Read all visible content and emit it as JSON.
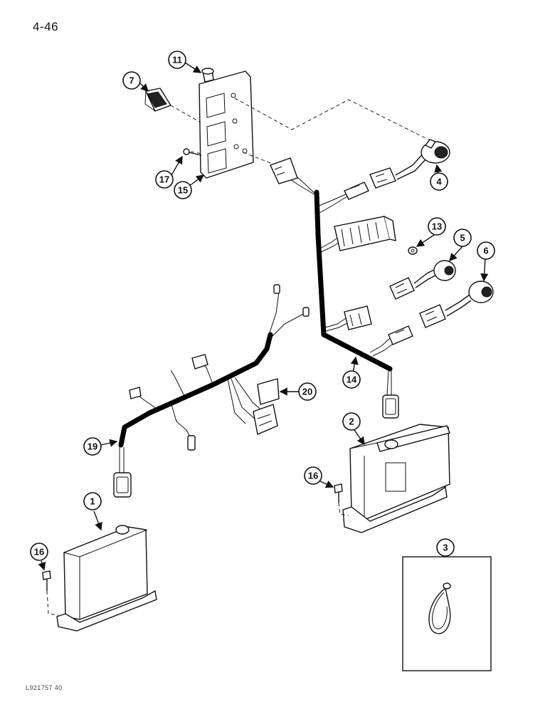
{
  "page_number": "4-46",
  "figure_code": "L921757 40",
  "callouts": {
    "c1": "1",
    "c2": "2",
    "c3": "3",
    "c4": "4",
    "c5": "5",
    "c6": "6",
    "c7": "7",
    "c11": "11",
    "c13": "13",
    "c14": "14",
    "c15": "15",
    "c16a": "16",
    "c16b": "16",
    "c17": "17",
    "c19": "19",
    "c20": "20"
  }
}
